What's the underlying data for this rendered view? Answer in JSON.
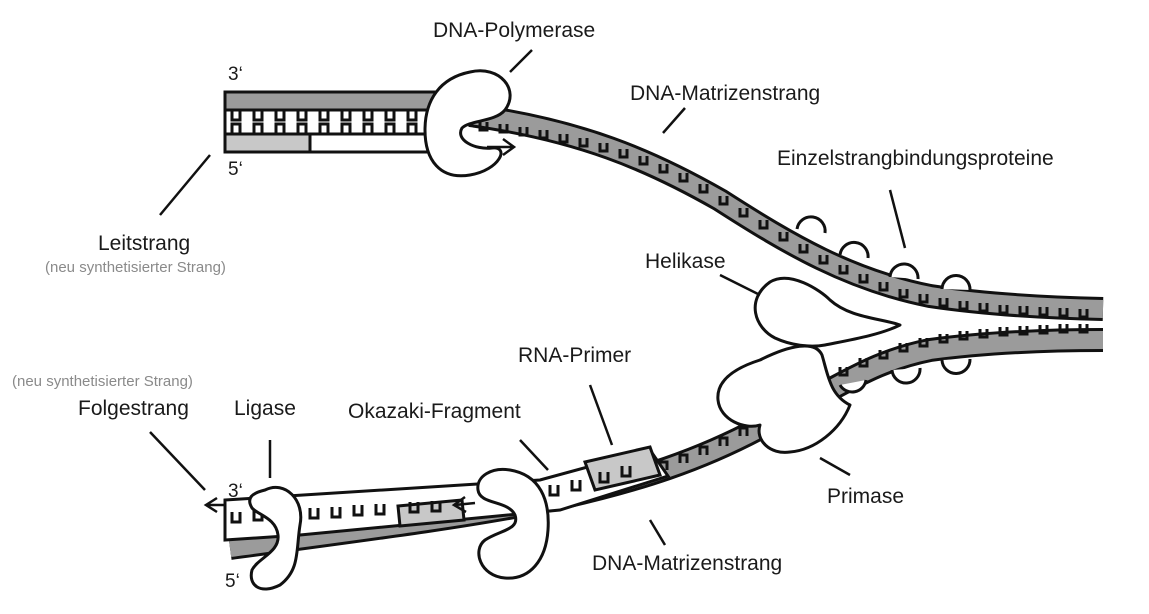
{
  "labels": {
    "dna_polymerase": "DNA-Polymerase",
    "template_strand_top": "DNA-Matrizenstrang",
    "ssb_proteins": "Einzelstrangbindungsproteine",
    "helicase": "Helikase",
    "leading_strand": "Leitstrang",
    "leading_strand_note": "(neu synthetisierter Strang)",
    "rna_primer": "RNA-Primer",
    "lagging_strand_note": "(neu synthetisierter Strang)",
    "lagging_strand": "Folgestrang",
    "ligase": "Ligase",
    "okazaki_fragment": "Okazaki-Fragment",
    "primase": "Primase",
    "template_strand_bottom": "DNA-Matrizenstrang"
  },
  "ends": {
    "top_3": "3‘",
    "top_5": "5‘",
    "bottom_3": "3‘",
    "bottom_5": "5‘"
  },
  "colors": {
    "template_strand": "#9b9b9b",
    "new_strand": "#ffffff",
    "rna_primer": "#c8c8c8",
    "enzyme": "#ffffff",
    "outline": "#111111"
  }
}
